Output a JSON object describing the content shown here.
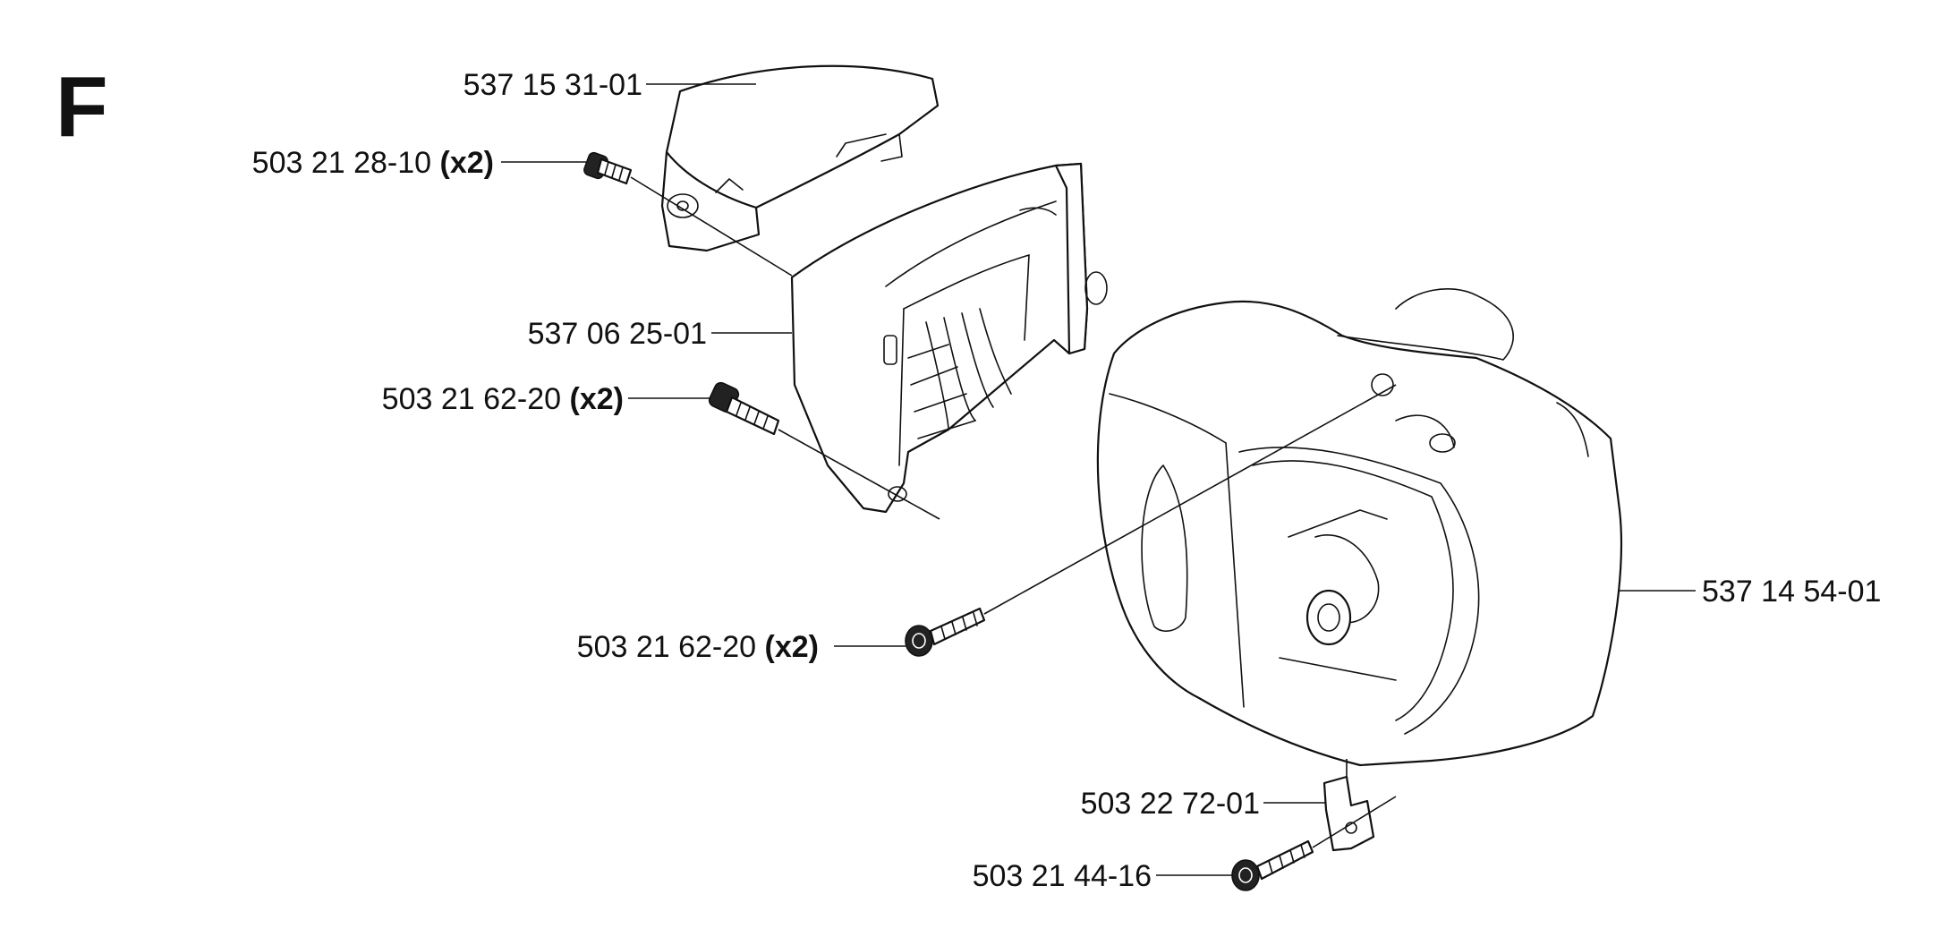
{
  "section_letter": "F",
  "callouts": [
    {
      "part_number": "537 15 31-01",
      "qty": ""
    },
    {
      "part_number": "503 21 28-10",
      "qty": "(x2)"
    },
    {
      "part_number": "537 06 25-01",
      "qty": ""
    },
    {
      "part_number": "503 21 62-20",
      "qty": "(x2)"
    },
    {
      "part_number": "537 14 54-01",
      "qty": ""
    },
    {
      "part_number": "503 21 62-20",
      "qty": "(x2)"
    },
    {
      "part_number": "503 22 72-01",
      "qty": ""
    },
    {
      "part_number": "503 21 44-16",
      "qty": ""
    }
  ]
}
